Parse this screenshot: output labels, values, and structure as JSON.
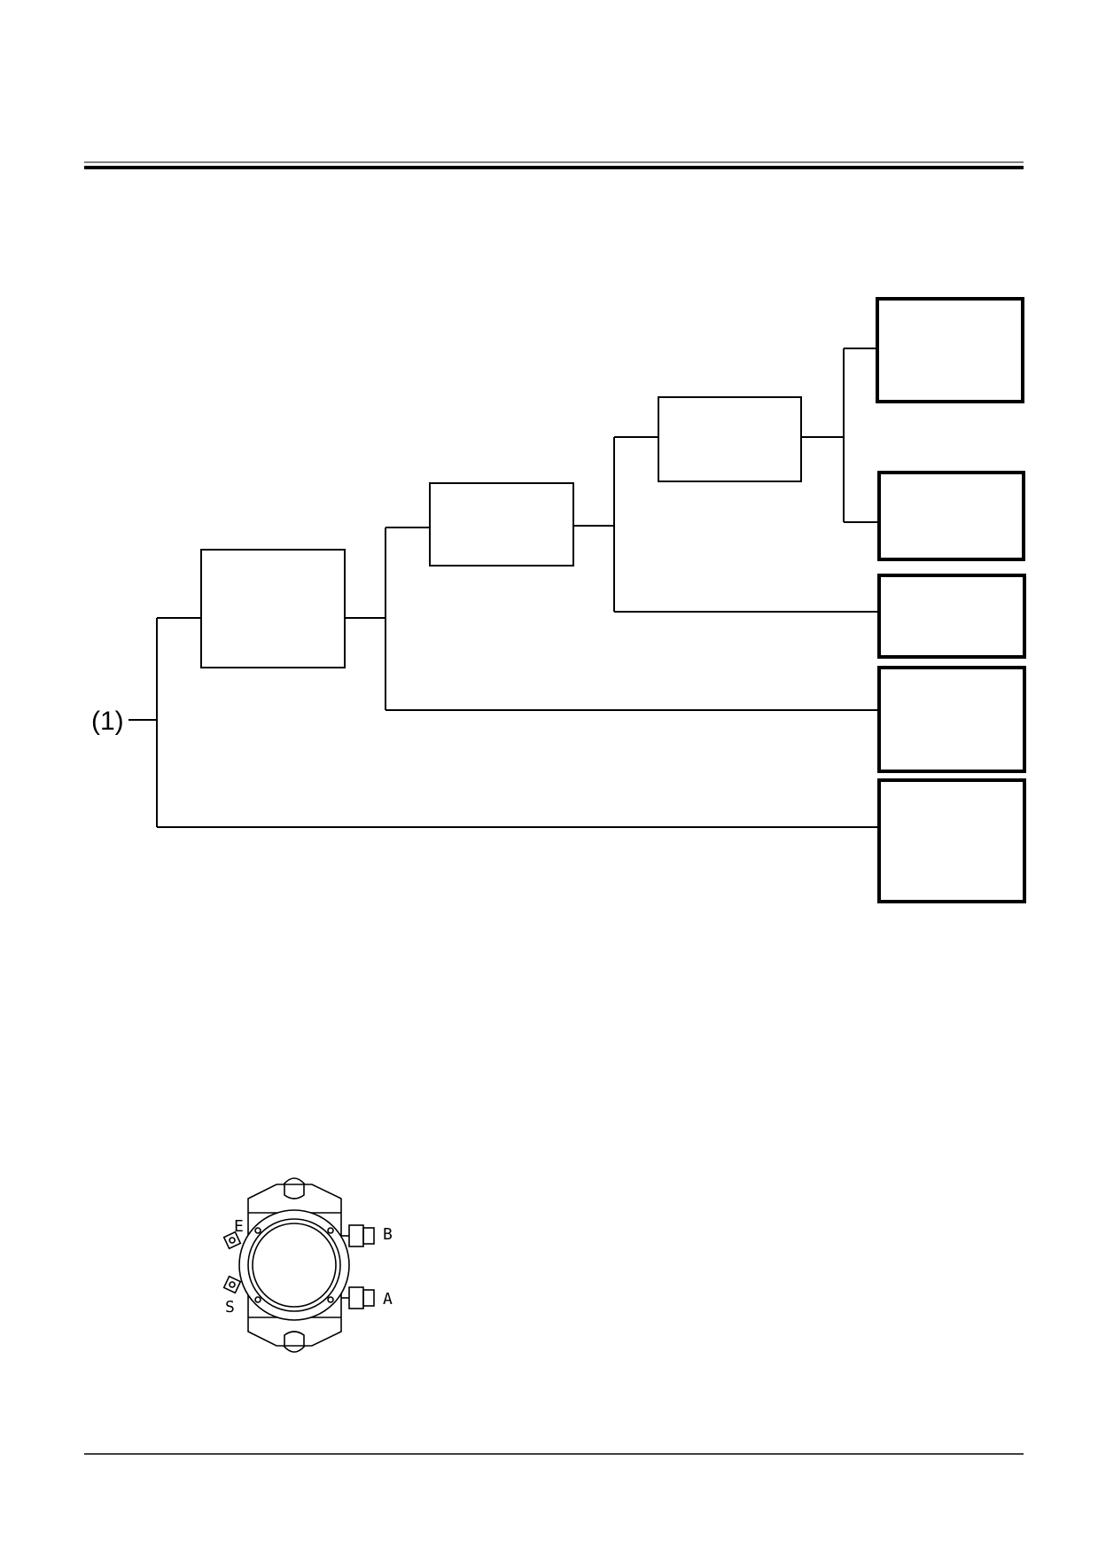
{
  "diagram": {
    "root_label": "(1)",
    "nodes": [
      {
        "id": "n1",
        "label": ""
      },
      {
        "id": "n2",
        "label": ""
      },
      {
        "id": "n3",
        "label": ""
      },
      {
        "id": "r1",
        "label": ""
      },
      {
        "id": "r2",
        "label": ""
      },
      {
        "id": "r3",
        "label": ""
      },
      {
        "id": "r4",
        "label": ""
      },
      {
        "id": "r5",
        "label": ""
      }
    ],
    "edges": [
      [
        "root",
        "n1"
      ],
      [
        "root",
        "r5"
      ],
      [
        "n1",
        "n2"
      ],
      [
        "n1",
        "r4"
      ],
      [
        "n2",
        "n3"
      ],
      [
        "n2",
        "r3"
      ],
      [
        "n3",
        "r1"
      ],
      [
        "n3",
        "r2"
      ]
    ]
  },
  "component": {
    "icon": "starter-relay-icon",
    "terminals": {
      "e": "E",
      "s": "S",
      "b": "B",
      "a": "A"
    }
  }
}
